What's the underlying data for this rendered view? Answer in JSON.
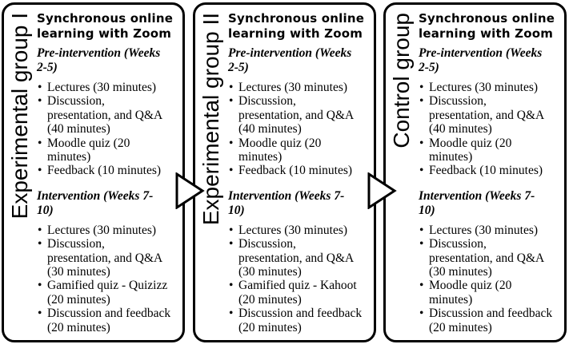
{
  "colors": {
    "border": "#000000",
    "background": "#ffffff",
    "text": "#000000"
  },
  "connectors": [
    "arrow-right-icon",
    "arrow-right-icon"
  ],
  "groups": [
    {
      "label": "Experimental group I",
      "heading": "Synchronous online\nlearning with Zoom",
      "sections": [
        {
          "title": "Pre-intervention (Weeks\n2-5)",
          "items": [
            "Lectures (30 minutes)",
            "Discussion,\npresentation, and Q&A\n(40 minutes)",
            "Moodle quiz (20\nminutes)",
            "Feedback (10 minutes)"
          ]
        },
        {
          "title": "Intervention (Weeks 7-\n10)",
          "items": [
            "Lectures (30 minutes)",
            "Discussion,\npresentation, and Q&A\n(30 minutes)",
            "Gamified quiz - Quizizz\n(20 minutes)",
            "Discussion and feedback\n(20 minutes)"
          ]
        }
      ]
    },
    {
      "label": "Experimental group II",
      "heading": "Synchronous online\nlearning with Zoom",
      "sections": [
        {
          "title": "Pre-intervention (Weeks\n2-5)",
          "items": [
            "Lectures (30 minutes)",
            "Discussion,\npresentation, and Q&A\n(40 minutes)",
            "Moodle quiz (20\nminutes)",
            "Feedback (10 minutes)"
          ]
        },
        {
          "title": "Intervention (Weeks 7-\n10)",
          "items": [
            "Lectures (30 minutes)",
            "Discussion,\npresentation, and Q&A\n(30 minutes)",
            "Gamified quiz - Kahoot\n(20 minutes)",
            "Discussion and feedback\n(20 minutes)"
          ]
        }
      ]
    },
    {
      "label": "Control group",
      "heading": "Synchronous online\nlearning with Zoom",
      "sections": [
        {
          "title": "Pre-intervention (Weeks\n2-5)",
          "items": [
            "Lectures (30 minutes)",
            "Discussion,\npresentation, and Q&A\n(40 minutes)",
            "Moodle quiz (20\nminutes)",
            "Feedback (10 minutes)"
          ]
        },
        {
          "title": "Intervention (Weeks 7-\n10)",
          "items": [
            "Lectures (30 minutes)",
            "Discussion,\npresentation, and Q&A\n(30 minutes)",
            "Moodle quiz (20\nminutes)",
            "Discussion and feedback\n(20 minutes)"
          ]
        }
      ]
    }
  ]
}
